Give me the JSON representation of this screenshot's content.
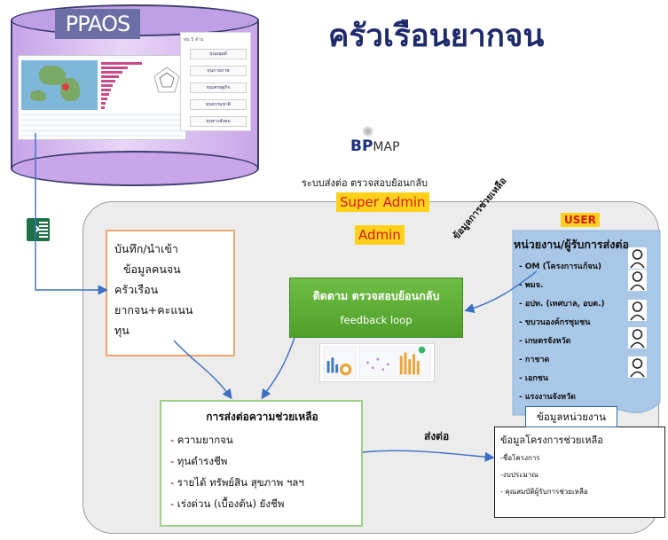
{
  "title": "ครัวเรือนยากจน",
  "database": {
    "logo_text": "PPAOS",
    "menu_header": "ทุน 5 ด้าน",
    "menu_items": [
      "ทุนมนุษย์",
      "ทุนกายภาพ",
      "ทุนเศรษฐกิจ",
      "ทุนธรรมชาติ",
      "ทุนทางสังคม"
    ]
  },
  "bpmap": {
    "logo_bold": "BP",
    "logo_rest": "MAP"
  },
  "subtitle": "ระบบส่งต่อ ตรวจสอบย้อนกลับ",
  "roles": {
    "super_admin": "Super Admin",
    "admin": "Admin",
    "user": "USER"
  },
  "excel_icon": "excel-icon",
  "record_box": {
    "lines": [
      "บันทึก/นำเข้า",
      "ข้อมูลคนจน",
      "ครัวเรือน",
      "ยากจน+คะแนน",
      "ทุน"
    ]
  },
  "tracking_box": {
    "title": "ติดตาม ตรวจสอบย้อนกลับ",
    "subtitle": "feedback loop"
  },
  "assist_box": {
    "title": "การส่งต่อความช่วยเหลือ",
    "items": [
      "- ความยากจน",
      "- ทุนดำรงชีพ",
      "- รายได้ ทรัพย์สิน สุขภาพ ฯลฯ",
      "- เร่งด่วน (เบื้องต้น) ยังชีพ"
    ]
  },
  "send_label": "ส่งต่อ",
  "project_box": {
    "title": "ข้อมูลโครงการช่วยเหลือ",
    "items": [
      "-ชื่อโครงการ",
      "-งบประมาณ",
      "- คุณสมบัติผู้รับการช่วยเหลือ"
    ]
  },
  "agency_panel": {
    "heading": "หน่วยงาน/ผู้รับการส่งต่อ",
    "items": [
      "- OM (โครงการแก้จน)",
      "- พมจ.",
      "- อปท. (เทศบาล, อบต.)",
      "- ขบวนองค์กรชุมชน",
      "- เกษตรจังหวัด",
      "- กาชาด",
      "- เอกชน",
      "- แรงงานจังหวัด"
    ],
    "footer": "ข้อมูลหน่วยงาน"
  },
  "diagonal_label": "ข้อมูลการช่วยเหลือ",
  "colors": {
    "title": "#1e2a6b",
    "admin_fill": "#ffd11a",
    "admin_text": "#d4181a",
    "arrow": "#3b6fc4",
    "tracking_fill": "#5aab33",
    "agency_fill": "#a9c8e8",
    "record_border": "#f0a66e",
    "assist_border": "#9cd186"
  }
}
